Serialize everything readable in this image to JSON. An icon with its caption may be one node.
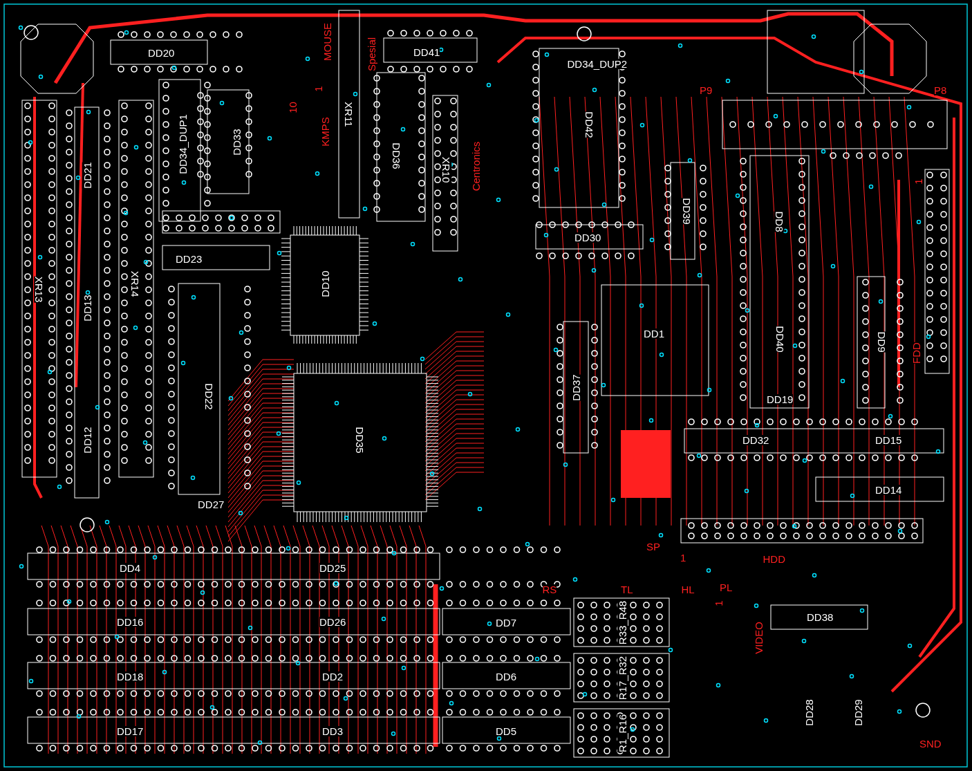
{
  "diagram": {
    "labels": [
      "DD20",
      "MOUSE",
      "Spesial",
      "DD41",
      "DD34_DUP2",
      "1",
      "XR11",
      "P9",
      "P8",
      "10",
      "DD34_DUP1",
      "DD33",
      "KMPS",
      "DD42",
      "DD36",
      "DD21",
      "XR10",
      "Centronics",
      "1",
      "DD39",
      "DD8",
      "DD30",
      "DD23",
      "XR13",
      "XR14",
      "DD13",
      "DD10",
      "DD1",
      "DD40",
      "DD9",
      "FDD",
      "DD37",
      "DD19",
      "DD22",
      "DD12",
      "DD35",
      "DD32",
      "DD15",
      "DD14",
      "DD27",
      "SP",
      "1",
      "HDD",
      "DD4",
      "DD25",
      "RS",
      "TL",
      "HL",
      "PL",
      "1",
      "DD16",
      "DD26",
      "DD7",
      "R33_R48",
      "DD38",
      "VIDEO",
      "DD18",
      "DD2",
      "DD6",
      "R17_R32",
      "DD28",
      "DD29",
      "DD17",
      "DD3",
      "DD5",
      "R1_R16",
      "SND"
    ]
  }
}
